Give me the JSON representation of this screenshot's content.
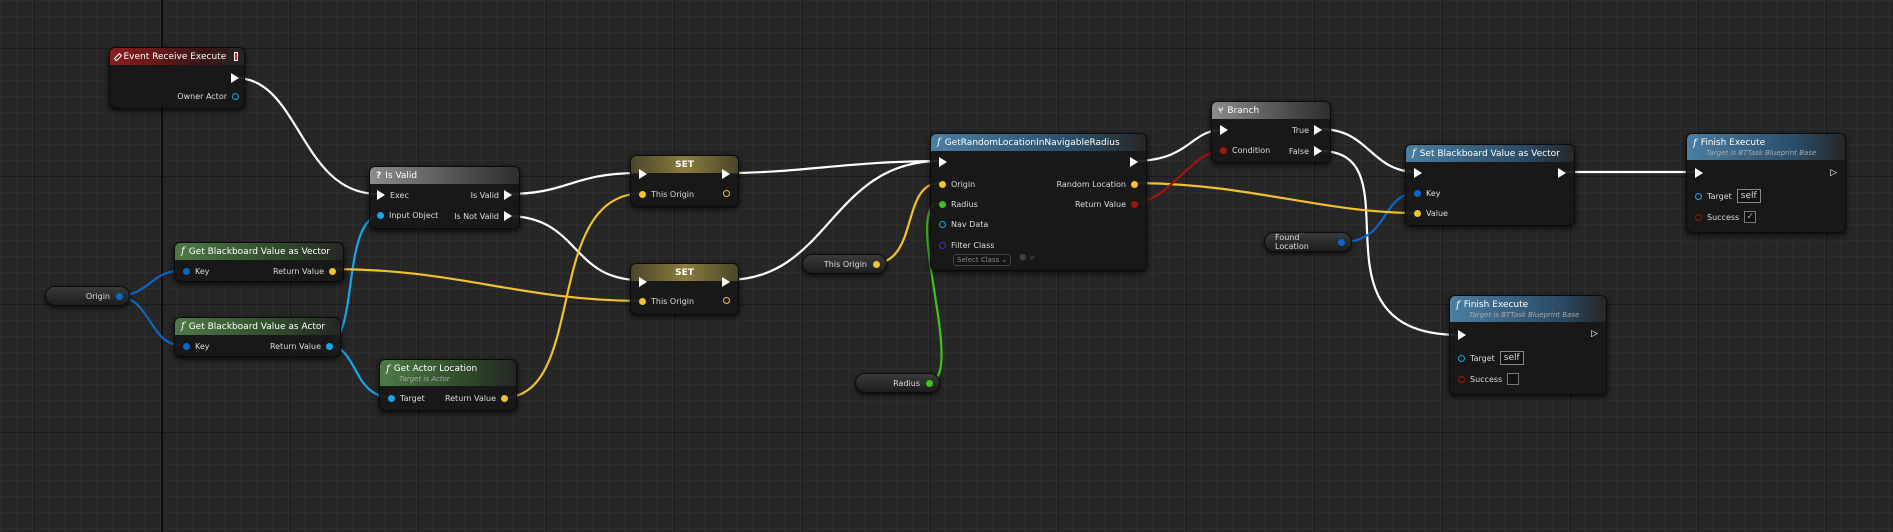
{
  "nodes": {
    "event_receive_execute": {
      "title": "Event Receive Execute",
      "owner_actor": "Owner Actor"
    },
    "is_valid": {
      "title": "Is Valid",
      "exec": "Exec",
      "input_object": "Input Object",
      "is_valid": "Is Valid",
      "is_not_valid": "Is Not Valid"
    },
    "set_1": {
      "title": "SET",
      "this_origin": "This Origin"
    },
    "set_2": {
      "title": "SET",
      "this_origin": "This Origin"
    },
    "get_bb_vector": {
      "title": "Get Blackboard Value as Vector",
      "key": "Key",
      "return_value": "Return Value"
    },
    "get_bb_actor": {
      "title": "Get Blackboard Value as Actor",
      "key": "Key",
      "return_value": "Return Value"
    },
    "get_actor_location": {
      "title": "Get Actor Location",
      "subtitle": "Target is Actor",
      "target": "Target",
      "return_value": "Return Value"
    },
    "get_random_location": {
      "title": "GetRandomLocationInNavigableRadius",
      "origin": "Origin",
      "radius": "Radius",
      "nav_data": "Nav Data",
      "filter_class": "Filter Class",
      "select_class": "Select Class",
      "random_location": "Random Location",
      "return_value": "Return Value"
    },
    "branch": {
      "title": "Branch",
      "condition": "Condition",
      "true": "True",
      "false": "False"
    },
    "set_bb_vector": {
      "title": "Set Blackboard Value as Vector",
      "key": "Key",
      "value": "Value"
    },
    "finish_execute_1": {
      "title": "Finish Execute",
      "subtitle": "Target is BTTask Blueprint Base",
      "target": "Target",
      "target_value": "self",
      "success": "Success",
      "success_checked": true
    },
    "finish_execute_2": {
      "title": "Finish Execute",
      "subtitle": "Target is BTTask Blueprint Base",
      "target": "Target",
      "target_value": "self",
      "success": "Success",
      "success_checked": false
    }
  },
  "variables": {
    "origin": "Origin",
    "this_origin": "This Origin",
    "radius": "Radius",
    "found_location": "Found Location"
  },
  "colors": {
    "exec": "#ffffff",
    "vector": "#f2c12e",
    "object": "#1aa5e6",
    "struct_key": "#0e66c8",
    "float": "#3ec417",
    "bool": "#a0150f",
    "class": "#5b1ed6"
  }
}
